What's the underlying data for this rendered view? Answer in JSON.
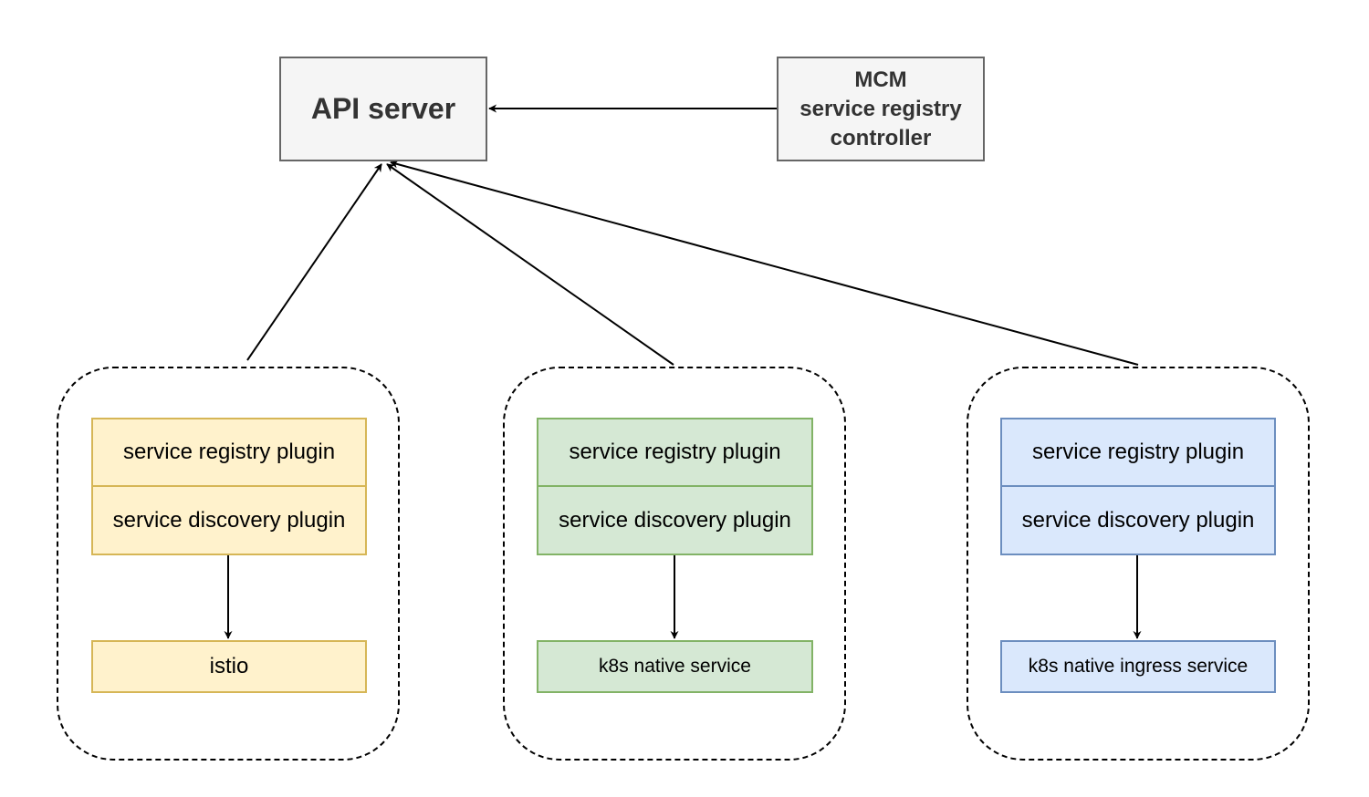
{
  "api_server": {
    "label": "API server"
  },
  "mcm_controller": {
    "lines": [
      "MCM",
      "service registry",
      "controller"
    ]
  },
  "clusters": [
    {
      "registry_plugin": "service registry plugin",
      "discovery_plugin": "service discovery plugin",
      "target": "istio",
      "fill": "#fff2cc",
      "stroke": "#d6b656"
    },
    {
      "registry_plugin": "service registry plugin",
      "discovery_plugin": "service discovery plugin",
      "target": "k8s native service",
      "fill": "#d5e8d4",
      "stroke": "#82b366"
    },
    {
      "registry_plugin": "service registry plugin",
      "discovery_plugin": "service discovery plugin",
      "target": "k8s native ingress service",
      "fill": "#dae8fc",
      "stroke": "#6c8ebf"
    }
  ]
}
